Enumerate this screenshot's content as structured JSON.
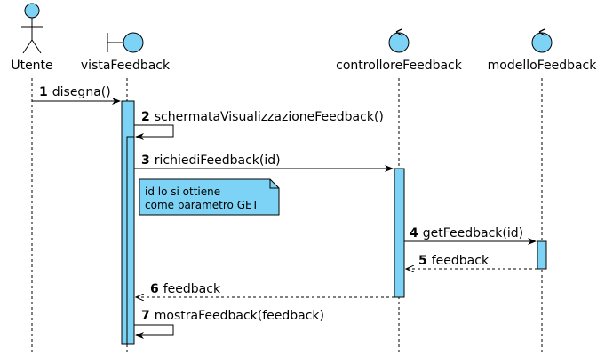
{
  "colors": {
    "fill": "#7dd3f5",
    "stroke": "#000000"
  },
  "participants": [
    {
      "id": "utente",
      "label": "Utente",
      "kind": "actor-icon"
    },
    {
      "id": "vista",
      "label": "vistaFeedback",
      "kind": "boundary-icon"
    },
    {
      "id": "controllore",
      "label": "controlloreFeedback",
      "kind": "control-icon"
    },
    {
      "id": "modello",
      "label": "modelloFeedback",
      "kind": "control-icon"
    }
  ],
  "messages": [
    {
      "num": "1",
      "text": "disegna()",
      "type": "sync"
    },
    {
      "num": "2",
      "text": "schermataVisualizzazioneFeedback()",
      "type": "self"
    },
    {
      "num": "3",
      "text": "richiediFeedback(id)",
      "type": "sync"
    },
    {
      "num": "4",
      "text": "getFeedback(id)",
      "type": "sync"
    },
    {
      "num": "5",
      "text": "feedback",
      "type": "reply"
    },
    {
      "num": "6",
      "text": "feedback",
      "type": "reply"
    },
    {
      "num": "7",
      "text": "mostraFeedback(feedback)",
      "type": "self"
    }
  ],
  "note": {
    "lines": [
      "id lo si ottiene",
      "come parametro GET"
    ]
  }
}
